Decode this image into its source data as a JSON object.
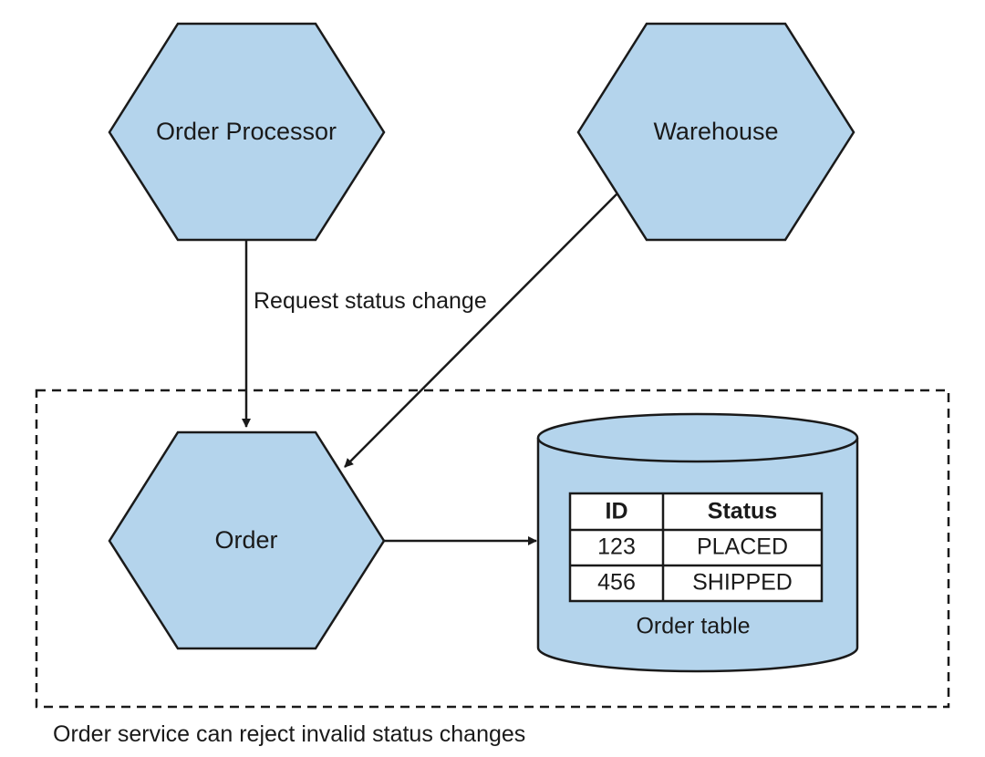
{
  "nodes": {
    "order_processor": {
      "label": "Order Processor"
    },
    "warehouse": {
      "label": "Warehouse"
    },
    "order": {
      "label": "Order"
    }
  },
  "edges": {
    "request": {
      "label": "Request status change"
    }
  },
  "boundary": {
    "label": "Order service can reject invalid status changes"
  },
  "database": {
    "label": "Order table",
    "columns": [
      "ID",
      "Status"
    ],
    "rows": [
      [
        "123",
        "PLACED"
      ],
      [
        "456",
        "SHIPPED"
      ]
    ]
  },
  "colors": {
    "node_fill": "#b4d4ec",
    "stroke": "#1a1a1a"
  }
}
